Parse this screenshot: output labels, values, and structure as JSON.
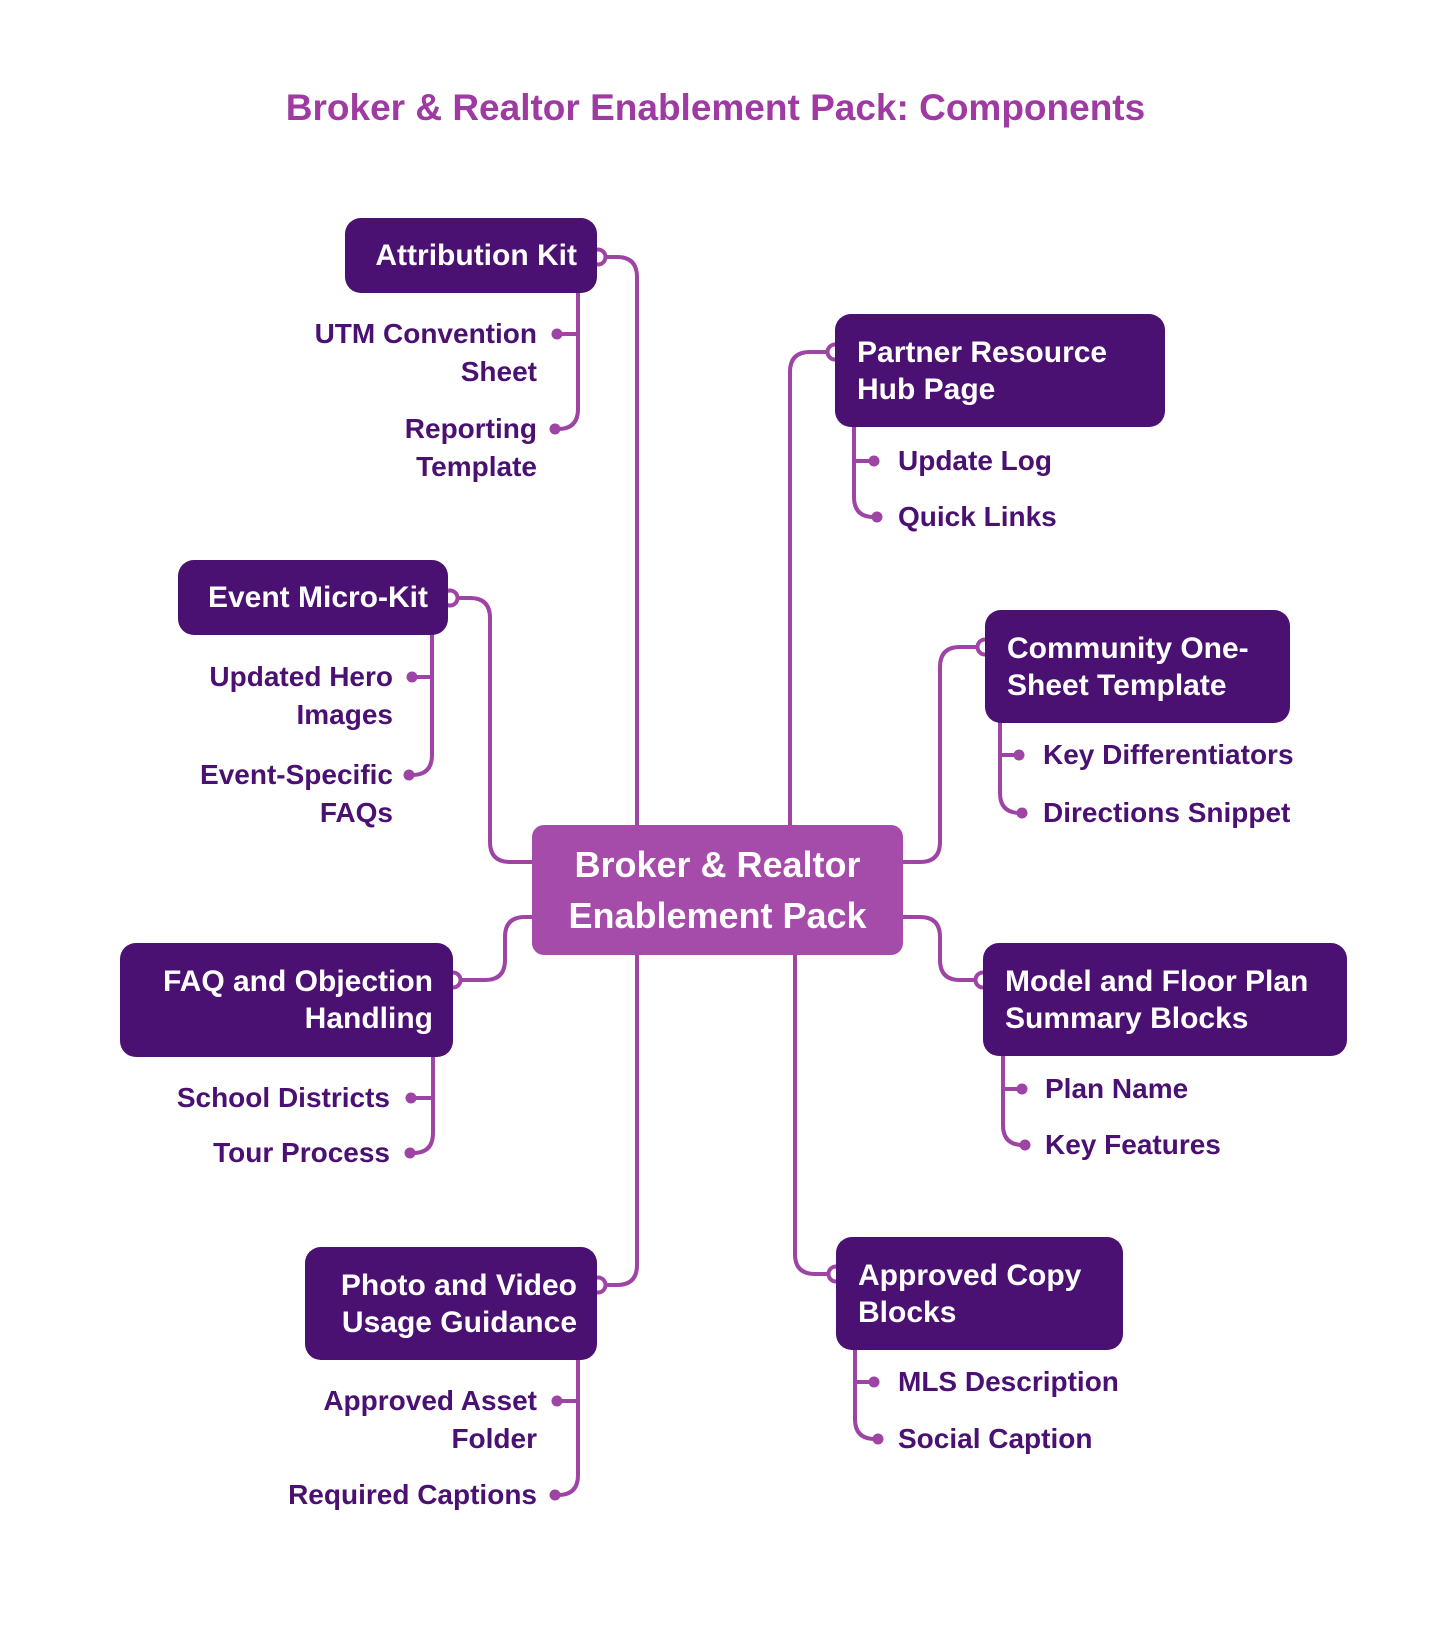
{
  "title": "Broker & Realtor Enablement Pack: Components",
  "center": {
    "label": "Broker & Realtor Enablement Pack"
  },
  "branches": [
    {
      "id": "attribution-kit",
      "label": "Attribution Kit",
      "children": [
        "UTM Convention Sheet",
        "Reporting Template"
      ]
    },
    {
      "id": "partner-resource-hub-page",
      "label": "Partner Resource Hub Page",
      "children": [
        "Update Log",
        "Quick Links"
      ]
    },
    {
      "id": "event-micro-kit",
      "label": "Event Micro-Kit",
      "children": [
        "Updated Hero Images",
        "Event-Specific FAQs"
      ]
    },
    {
      "id": "community-one-sheet-template",
      "label": "Community One-Sheet Template",
      "children": [
        "Key Differentiators",
        "Directions Snippet"
      ]
    },
    {
      "id": "faq-and-objection-handling",
      "label": "FAQ and Objection Handling",
      "children": [
        "School Districts",
        "Tour Process"
      ]
    },
    {
      "id": "model-and-floor-plan-summary-blocks",
      "label": "Model and Floor Plan Summary Blocks",
      "children": [
        "Plan Name",
        "Key Features"
      ]
    },
    {
      "id": "photo-and-video-usage-guidance",
      "label": "Photo and Video Usage Guidance",
      "children": [
        "Approved Asset Folder",
        "Required Captions"
      ]
    },
    {
      "id": "approved-copy-blocks",
      "label": "Approved Copy Blocks",
      "children": [
        "MLS Description",
        "Social Caption"
      ]
    }
  ],
  "palette": {
    "node_dark": "#4A1072",
    "center_fill": "#A54CAB",
    "connector": "#9D44A5",
    "title_text": "#9E3AA2",
    "leaf_text": "#4A1072",
    "background": "#FFFFFF"
  }
}
